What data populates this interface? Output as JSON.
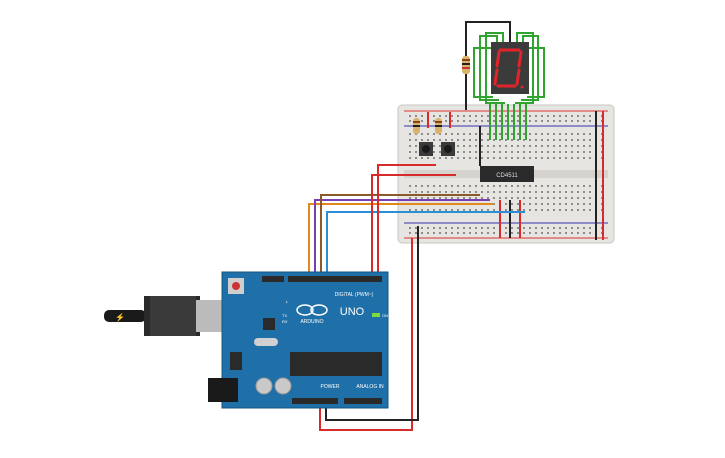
{
  "board": {
    "digital_label": "DIGITAL (PWM~)",
    "brand_logo_text": "ARDUINO",
    "model": "UNO",
    "on_label": "ON",
    "power_label": "POWER",
    "analog_label": "ANALOG IN",
    "tx_label": "TX",
    "rx_label": "RX",
    "l_label": "L"
  },
  "chip": {
    "label": "CD4511"
  },
  "display": {
    "digit": "0",
    "segment_color": "#e2242a"
  },
  "colors": {
    "red_wire": "#d82a2a",
    "black_wire": "#222222",
    "green_wire": "#2fa52f",
    "orange_wire": "#e08a1e",
    "purple_wire": "#7a3fb0",
    "brown_wire": "#8a5a2b",
    "blue_wire": "#2b8fd8",
    "board_blue": "#1f6fa8"
  }
}
